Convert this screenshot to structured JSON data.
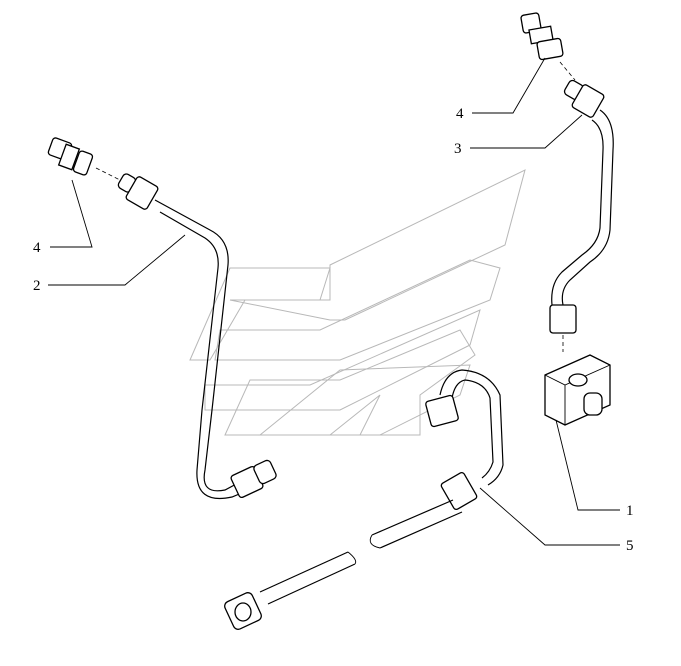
{
  "callouts": [
    {
      "id": "c4a",
      "label": "4"
    },
    {
      "id": "c3",
      "label": "3"
    },
    {
      "id": "c4b",
      "label": "4"
    },
    {
      "id": "c2",
      "label": "2"
    },
    {
      "id": "c1",
      "label": "1"
    },
    {
      "id": "c5",
      "label": "5"
    }
  ],
  "colors": {
    "line": "#000000",
    "watermark": "#b8b8b8",
    "background": "#ffffff"
  }
}
